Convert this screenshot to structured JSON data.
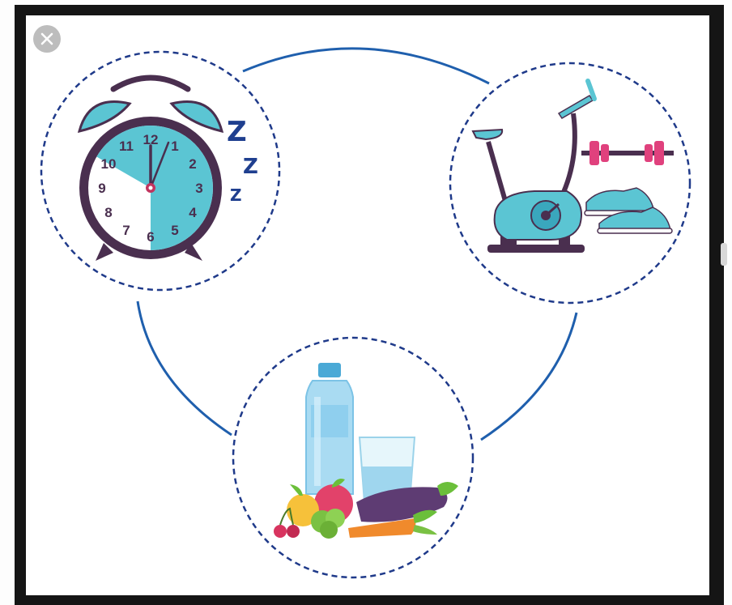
{
  "window": {
    "close_icon": "close-icon"
  },
  "illustration": {
    "sleep": {
      "clock_numbers": [
        "12",
        "1",
        "2",
        "3",
        "4",
        "5",
        "6",
        "7",
        "8",
        "9",
        "10",
        "11"
      ],
      "snore_letters": [
        "Z",
        "Z",
        "Z"
      ],
      "icon": "alarm-clock-icon"
    },
    "exercise": {
      "icons": [
        "exercise-bike-icon",
        "dumbbell-icon",
        "sneakers-icon"
      ]
    },
    "nutrition": {
      "icons": [
        "water-bottle-icon",
        "water-glass-icon",
        "fruits-vegetables-icon"
      ]
    },
    "colors": {
      "ring": "#1f5fad",
      "dashed_border": "#1f3a8a",
      "accent_teal": "#5bc5d3",
      "clock_body": "#4a2f4f",
      "dumbbell": "#e0417d"
    }
  }
}
